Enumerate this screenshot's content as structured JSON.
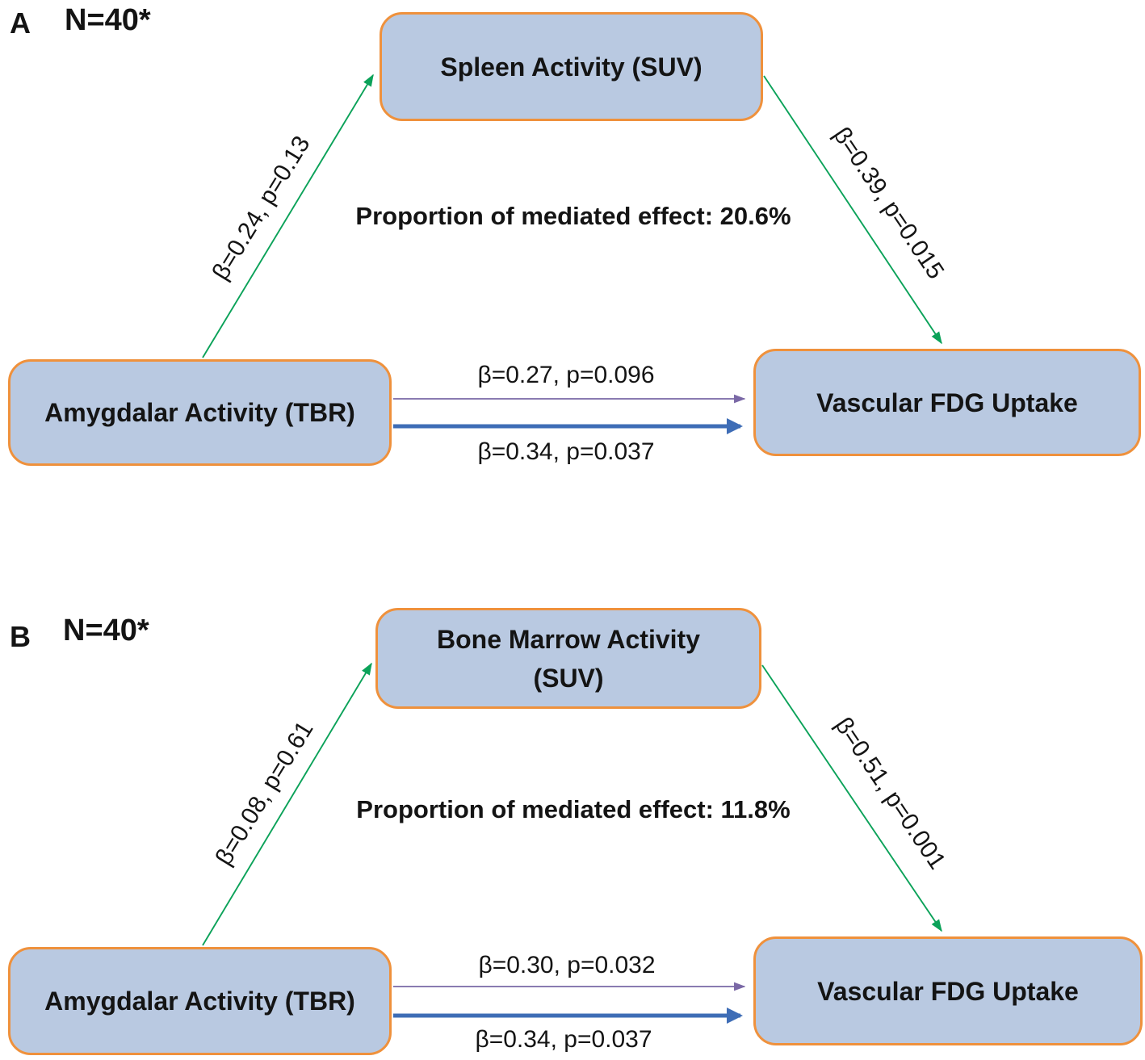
{
  "figure": {
    "panels": [
      {
        "letter": "A",
        "n_label": "N=40*",
        "mediator_label": "Spleen Activity (SUV)",
        "predictor_label": "Amygdalar Activity (TBR)",
        "outcome_label": "Vascular FDG Uptake",
        "path_a_label": "β=0.24, p=0.13",
        "path_b_label": "β=0.39, p=0.015",
        "direct_label": "β=0.27, p=0.096",
        "total_label": "β=0.34, p=0.037",
        "mediation_text": "Proportion of mediated effect: 20.6%"
      },
      {
        "letter": "B",
        "n_label": "N=40*",
        "mediator_label": "Bone Marrow Activity (SUV)",
        "predictor_label": "Amygdalar Activity (TBR)",
        "outcome_label": "Vascular FDG Uptake",
        "path_a_label": "β=0.08, p=0.61",
        "path_b_label": "β=0.51, p=0.001",
        "direct_label": "β=0.30, p=0.032",
        "total_label": "β=0.34, p=0.037",
        "mediation_text": "Proportion of mediated effect: 11.8%"
      }
    ],
    "colors": {
      "box_fill": "#b9c9e1",
      "box_border": "#ef913c",
      "mediation_arrow_green": "#0ba259",
      "direct_arrow_purple": "#7a68a6",
      "total_arrow_blue": "#3e6db6"
    }
  }
}
